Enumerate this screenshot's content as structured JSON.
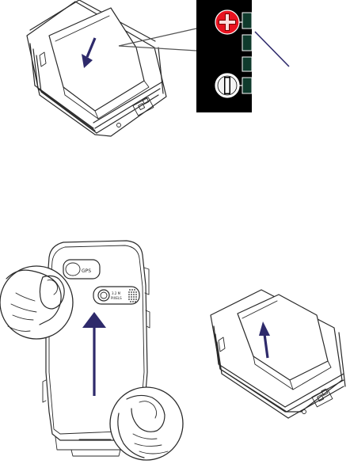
{
  "figure": {
    "panels": [
      {
        "id": "insert-battery",
        "direction": "in"
      },
      {
        "id": "battery-contacts",
        "terminals": [
          "positive",
          "negative"
        ],
        "colors": {
          "positive": "#e8121f",
          "negative": "#ffffff",
          "background": "#000000"
        }
      },
      {
        "id": "open-back-cover",
        "direction": "up"
      },
      {
        "id": "remove-battery",
        "direction": "out"
      }
    ],
    "colors": {
      "arrow": "#2e2a6b",
      "line": "#2a2a2a"
    },
    "logo_text": "GPS",
    "camera_label_top": "3.2 M",
    "camera_label_bottom": "PIXELS"
  }
}
